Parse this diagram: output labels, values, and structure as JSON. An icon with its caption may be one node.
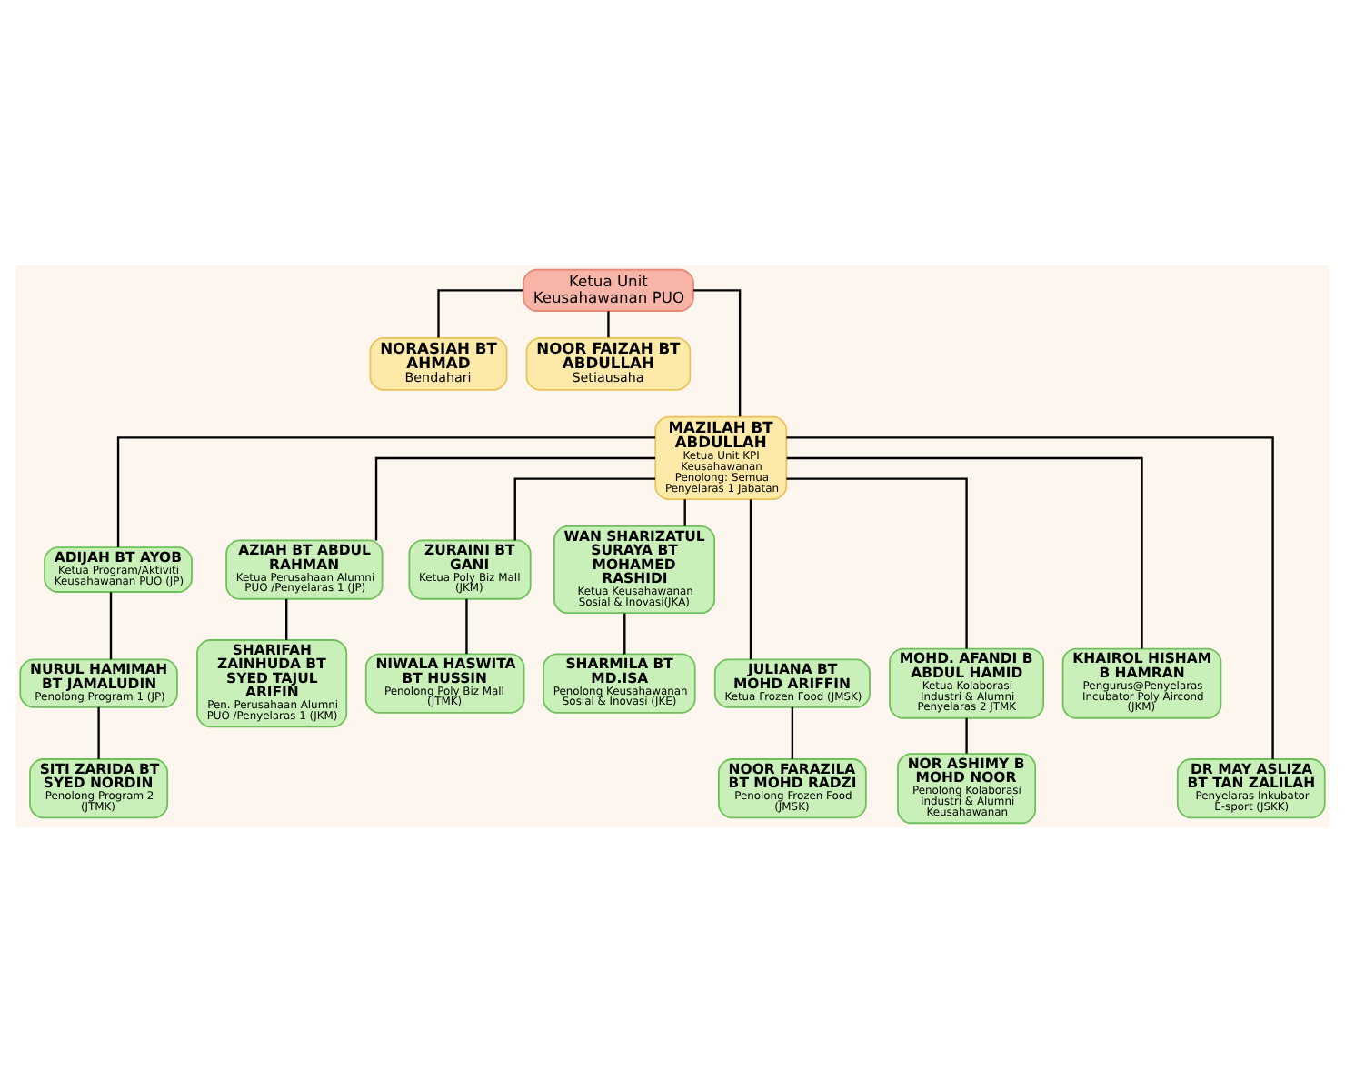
{
  "diagram": {
    "nodes": [
      {
        "text": [
          "Ketua Unit Keusahawanan PUO"
        ]
      },
      {
        "text": [
          "NORASIAH BT AHMAD",
          "Bendahari"
        ]
      },
      {
        "text": [
          "NOOR FAIZAH BT ABDULLAH",
          "Setiausaha"
        ]
      },
      {
        "text": [
          "MAZILAH BT ABDULLAH",
          "Ketua Unit KPI Keusahawanan",
          "Penolong: Semua Penyelaras 1 Jabatan"
        ]
      },
      {
        "text": [
          "ADIJAH BT AYOB",
          "Ketua Program/Aktiviti Keusahawanan PUO (JP)"
        ]
      },
      {
        "text": [
          "AZIAH BT ABDUL RAHMAN",
          "Ketua Perusahaan Alumni PUO /Penyelaras 1 (JP)"
        ]
      },
      {
        "text": [
          "ZURAINI BT GANI",
          "Ketua Poly Biz Mall (JKM)"
        ]
      },
      {
        "text": [
          "WAN SHARIZATUL SURAYA BT MOHAMED RASHIDI",
          "Ketua Keusahawanan Sosial & Inovasi(JKA)"
        ]
      },
      {
        "text": [
          "NURUL HAMIMAH BT JAMALUDIN",
          "Penolong Program 1 (JP)"
        ]
      },
      {
        "text": [
          "SHARIFAH ZAINHUDA BT SYED TAJUL ARIFIN",
          "Pen. Perusahaan Alumni PUO /Penyelaras 1 (JKM)"
        ]
      },
      {
        "text": [
          "NIWALA HASWITA BT HUSSIN",
          "Penolong Poly Biz Mall (JTMK)"
        ]
      },
      {
        "text": [
          "SHARMILA BT MD.ISA",
          "Penolong Keusahawanan Sosial & Inovasi (JKE)"
        ]
      },
      {
        "text": [
          "SITI ZARIDA BT SYED NORDIN",
          "Penolong Program 2 (JTMK)"
        ]
      },
      {
        "text": [
          "JULIANA BT MOHD ARIFFIN",
          "Ketua Frozen Food (JMSK)"
        ]
      },
      {
        "text": [
          "MOHD. AFANDI B ABDUL HAMID",
          "Ketua Kolaborasi Industri & Alumni Penyelaras 2 JTMK"
        ]
      },
      {
        "text": [
          "KHAIROL HISHAM B HAMRAN",
          "Pengurus@Penyelaras Incubator Poly Aircond (JKM)"
        ]
      },
      {
        "text": [
          "DR MAY ASLIZA BT TAN ZALILAH",
          "Penyelaras Inkubator E-sport (JSKK)"
        ]
      },
      {
        "text": [
          "NOOR FARAZILA BT MOHD RADZI",
          "Penolong Frozen Food (JMSK)"
        ]
      },
      {
        "text": [
          "NOR ASHIMY B MOHD NOOR",
          "Penolong Kolaborasi Industri & Alumni Keusahawanan"
        ]
      }
    ],
    "edges": [
      {
        "from": 0,
        "to": 1,
        "arrow": "none"
      },
      {
        "from": 0,
        "to": 2,
        "arrow": "none"
      },
      {
        "from": 0,
        "to": 3,
        "arrow": "none"
      },
      {
        "from": 3,
        "to": 4,
        "arrow": "none"
      },
      {
        "from": 3,
        "to": 16,
        "arrow": "none"
      },
      {
        "from": 3,
        "to": 5,
        "arrow": "none"
      },
      {
        "from": 3,
        "to": 13,
        "arrow": "none"
      },
      {
        "from": 3,
        "to": 6,
        "arrow": "none"
      },
      {
        "from": 3,
        "to": 14,
        "arrow": "none"
      },
      {
        "from": 3,
        "to": 7,
        "arrow": "none"
      },
      {
        "from": 3,
        "to": 15,
        "arrow": "none"
      },
      {
        "from": 4,
        "to": 8,
        "arrow": "none"
      },
      {
        "from": 8,
        "to": 12,
        "arrow": "none"
      },
      {
        "from": 5,
        "to": 9,
        "arrow": "none"
      },
      {
        "from": 6,
        "to": 10,
        "arrow": "none"
      },
      {
        "from": 7,
        "to": 11,
        "arrow": "none"
      },
      {
        "from": 13,
        "to": 17,
        "arrow": "none"
      },
      {
        "from": 14,
        "to": 18,
        "arrow": "none"
      }
    ]
  }
}
